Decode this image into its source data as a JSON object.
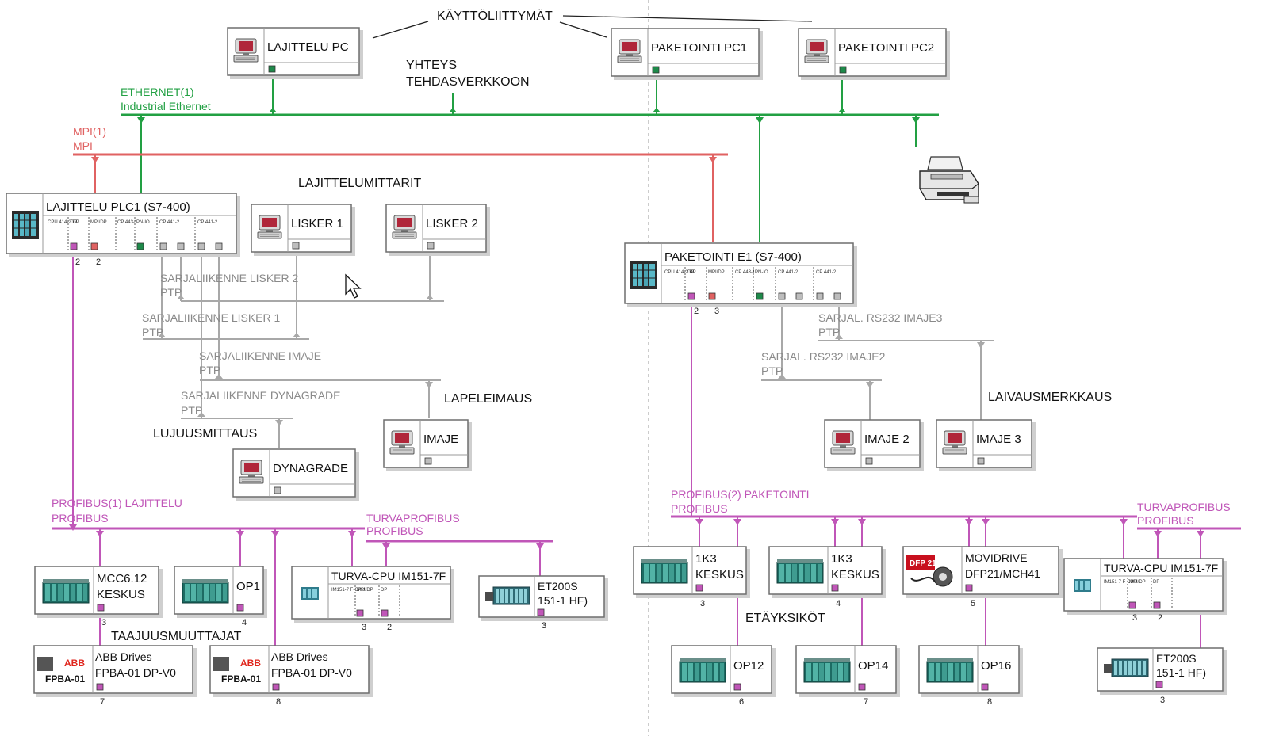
{
  "colors": {
    "ethernet": "#22a043",
    "mpi": "#e06262",
    "profibus": "#c056b8",
    "serial": "#a8a8a8",
    "divider": "#9a9a9a"
  },
  "annotations": {
    "kayttoliittymat": "KÄYTTÖLIITTYMÄT",
    "yhteys_line1": "YHTEYS",
    "yhteys_line2": "TEHDASVERKKOON",
    "lajittelumittarit": "LAJITTELUMITTARIT",
    "lapeleimaus": "LAPELEIMAUS",
    "lujuusmittaus": "LUJUUSMITTAUS",
    "laivausmerkkaus": "LAIVAUSMERKKAUS",
    "taajuusmuuttajat": "TAAJUUSMUUTTAJAT",
    "etayksikot": "ETÄYKSIKÖT"
  },
  "networks": {
    "ethernet_name": "ETHERNET(1)",
    "ethernet_type": "Industrial Ethernet",
    "mpi_name": "MPI(1)",
    "mpi_type": "MPI",
    "profibus1_name": "PROFIBUS(1) LAJITTELU",
    "profibus1_type": "PROFIBUS",
    "turva1_name": "TURVAPROFIBUS",
    "turva1_type": "PROFIBUS",
    "profibus2_name": "PROFIBUS(2) PAKETOINTI",
    "profibus2_type": "PROFIBUS",
    "turva2_name": "TURVAPROFIBUS",
    "turva2_type": "PROFIBUS"
  },
  "serial_links": {
    "lisker2_name": "SARJALIIKENNE LISKER 2",
    "lisker1_name": "SARJALIIKENNE LISKER 1",
    "imaje_name": "SARJALIIKENNE IMAJE",
    "dynagrade_name": "SARJALIIKENNE DYNAGRADE",
    "imaje3_name": "SARJAL. RS232 IMAJE3",
    "imaje2_name": "SARJAL. RS232 IMAJE2",
    "ptp": "PTP"
  },
  "nodes": {
    "lajittelu_pc": "LAJITTELU PC",
    "paketointi_pc1": "PAKETOINTI PC1",
    "paketointi_pc2": "PAKETOINTI PC2",
    "lajittelu_plc": "LAJITTELU PLC1 (S7-400)",
    "paketointi_e1": "PAKETOINTI E1 (S7-400)",
    "lisker1": "LISKER 1",
    "lisker2": "LISKER 2",
    "imaje": "IMAJE",
    "dynagrade": "DYNAGRADE",
    "imaje2": "IMAJE 2",
    "imaje3": "IMAJE 3",
    "mcc_line1": "MCC6.12",
    "mcc_line2": "KESKUS",
    "op1": "OP1",
    "turva_cpu": "TURVA-CPU IM151-7F",
    "et_line1": "ET200S",
    "et_line2": "151-1 HF)",
    "abb_line1": "ABB Drives",
    "abb_line2": "FPBA-01 DP-V0",
    "abb_logo_top": "ABB",
    "abb_logo_bottom": "FPBA-01",
    "k1_line1": "1K3",
    "k1_line2": "KESKUS",
    "movidrive_line1": "MOVIDRIVE",
    "movidrive_line2": "DFP21/MCH41",
    "dfp_logo": "DFP 21",
    "op12": "OP12",
    "op14": "OP14",
    "op16": "OP16"
  },
  "plc_slots": [
    "CPU 414-2 DP",
    "DP",
    "MPI/DP",
    "CP 443-1",
    "PN-IO",
    "CP 441-2",
    "CP 441-2"
  ],
  "turva_slots": [
    "IM151-7 F-CPU",
    "MPI/DP",
    "DP"
  ],
  "addresses": {
    "plc_a": "2",
    "plc_b": "2",
    "e1_a": "2",
    "e1_b": "3",
    "mcc": "3",
    "op1": "4",
    "turva1_a": "3",
    "turva1_b": "2",
    "et1": "3",
    "abb1": "7",
    "abb2": "8",
    "k1a": "3",
    "k1b": "4",
    "movidrive": "5",
    "turva2_a": "3",
    "turva2_b": "2",
    "op12": "6",
    "op14": "7",
    "op16": "8",
    "et2": "3"
  }
}
